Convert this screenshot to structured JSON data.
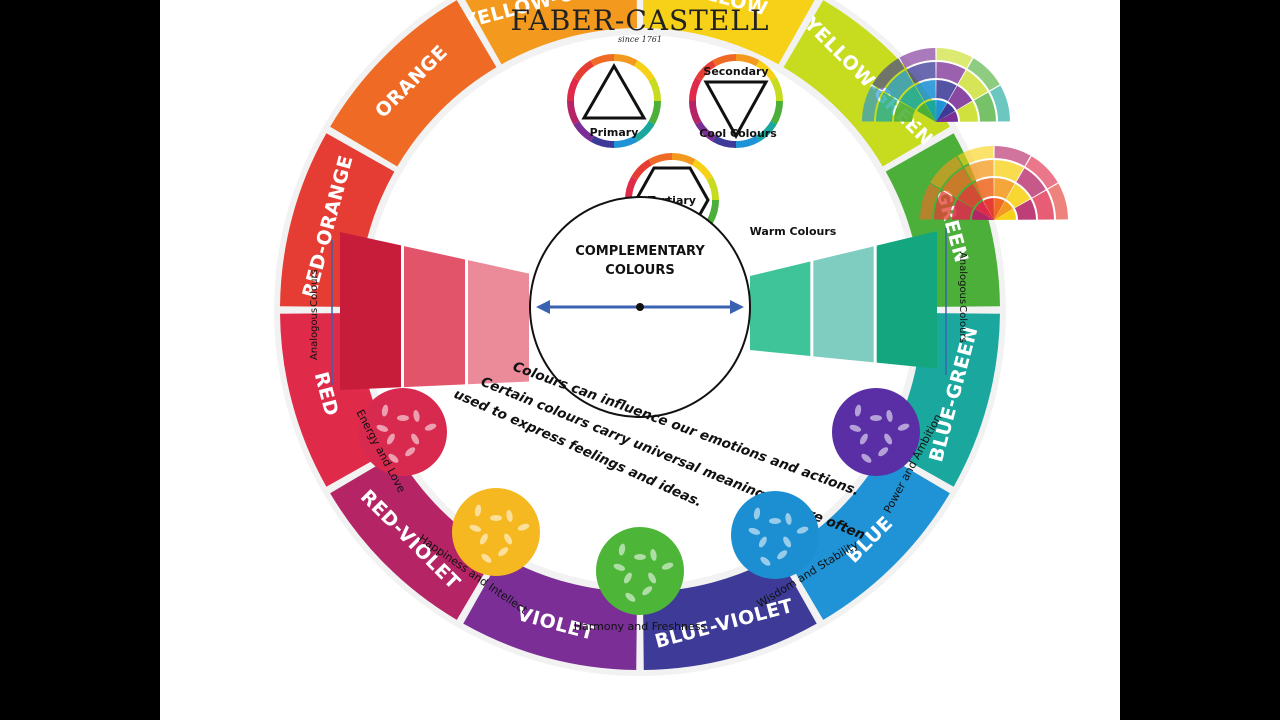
{
  "brand": {
    "name": "FABER-CASTELL",
    "since": "since 1761"
  },
  "ring_segments": [
    {
      "name": "YELLOW-ORANGE",
      "color": "#f39a1e"
    },
    {
      "name": "YELLOW",
      "color": "#f7d117"
    },
    {
      "name": "YELLOW-GREEN",
      "color": "#c7dc1e"
    },
    {
      "name": "GREEN",
      "color": "#4caf3a"
    },
    {
      "name": "BLUE-GREEN",
      "color": "#1aa89e"
    },
    {
      "name": "BLUE",
      "color": "#1f93d6"
    },
    {
      "name": "BLUE-VIOLET",
      "color": "#3d3b97"
    },
    {
      "name": "VIOLET",
      "color": "#7b2f96"
    },
    {
      "name": "RED-VIOLET",
      "color": "#b52465"
    },
    {
      "name": "RED",
      "color": "#df2a4a"
    },
    {
      "name": "RED-ORANGE",
      "color": "#e53d34"
    },
    {
      "name": "ORANGE",
      "color": "#ef6a24"
    }
  ],
  "harmonies": {
    "primary": "Primary",
    "secondary": "Secondary",
    "tertiary": "Tertiary"
  },
  "palettes": {
    "cool": "Cool Colours",
    "warm": "Warm Colours"
  },
  "center": {
    "line1": "COMPLEMENTARY",
    "line2": "COLOURS"
  },
  "analogous": {
    "word1": "Analogous",
    "word2": "Colours"
  },
  "message": {
    "line1": "Colours can influence our emotions and actions.",
    "line2": "Certain colours carry universal meaning and are often",
    "line3": "used to express feelings and ideas."
  },
  "meanings": [
    {
      "label": "Energy and Love",
      "color": "#d8294f"
    },
    {
      "label": "Happiness and Intellect",
      "color": "#f6b820"
    },
    {
      "label": "Harmony and Freshness",
      "color": "#4db638"
    },
    {
      "label": "Wisdom and Stability",
      "color": "#1b8fd2"
    },
    {
      "label": "Power and Ambition",
      "color": "#5a2fa6"
    }
  ],
  "colors": {
    "ink": "#111111",
    "arrow": "#3a62b0",
    "red_band": [
      "#c81d3a",
      "#e2546a",
      "#eb8a99"
    ],
    "green_band": [
      "#14a67e",
      "#7fccc0",
      "#3fc49a"
    ]
  }
}
